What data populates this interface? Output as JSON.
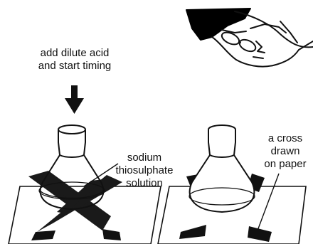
{
  "labels": {
    "instruction": [
      "add dilute acid",
      "and start timing"
    ],
    "solution": [
      "sodium",
      "thiosulphate",
      "solution"
    ],
    "cross": [
      "a cross",
      "drawn",
      "on paper"
    ]
  },
  "colors": {
    "ink": "#111111",
    "paper": "#ffffff",
    "hair": "#000000"
  },
  "icons": {
    "arrow": "down-arrow-icon",
    "observer": "observer-head-icon"
  }
}
